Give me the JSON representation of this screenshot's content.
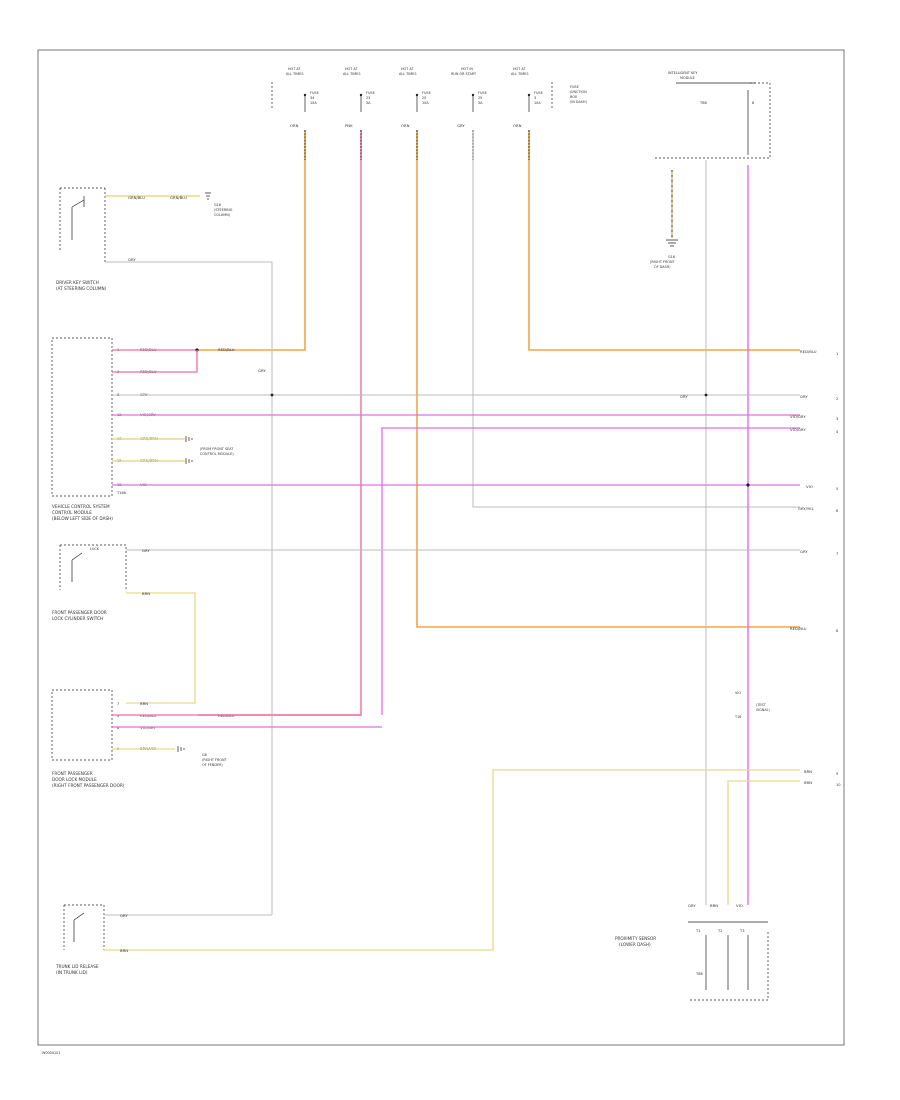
{
  "page": {
    "footer_code": "W0000101"
  },
  "fuses": [
    {
      "hdr1": "HOT AT",
      "hdr2": "ALL TIMES",
      "line1": "FUSE",
      "line2": "34",
      "line3": "10A",
      "wire_code": "ORN"
    },
    {
      "hdr1": "HOT AT",
      "hdr2": "ALL TIMES",
      "line1": "FUSE",
      "line2": "23",
      "line3": "5A",
      "wire_code": "PNK"
    },
    {
      "hdr1": "HOT AT",
      "hdr2": "ALL TIMES",
      "line1": "FUSE",
      "line2": "20",
      "line3": "10A",
      "wire_code": "ORN"
    },
    {
      "hdr1": "HOT IN",
      "hdr2": "RUN OR START",
      "line1": "FUSE",
      "line2": "29",
      "line3": "5A",
      "wire_code": "GRY"
    },
    {
      "hdr1": "HOT AT",
      "hdr2": "ALL TIMES",
      "line1": "FUSE",
      "line2": "3",
      "line3": "10A",
      "wire_code": "ORN"
    }
  ],
  "fuse_block_label": [
    "FUSE",
    "JUNCTION",
    "BOX",
    "(IN DASH)"
  ],
  "top_right_module": {
    "title1": "INTELLIGENT KEY",
    "title2": "MODULE",
    "pin": "T86",
    "ground_label1": "G18",
    "ground_label2": "(RIGHT FRONT",
    "ground_label3": "OF DASH)"
  },
  "left_components": [
    {
      "title1": "DRIVER KEY SWITCH",
      "title2": "(AT STEERING COLUMN)",
      "wire1": "GRN/BLU",
      "wire2": "GRY",
      "ground_label": "G16",
      "ground_note1": "(STEERING",
      "ground_note2": "COLUMN)"
    },
    {
      "title1": "VEHICLE CONTROL SYSTEM",
      "title2": "CONTROL MODULE",
      "title3": "(BELOW LEFT SIDE OF DASH)",
      "connector": "T16b",
      "pins": [
        {
          "pin": "1",
          "wire": "RED/BLU"
        },
        {
          "pin": "3",
          "wire": "RED/BLU"
        },
        {
          "pin": "8",
          "wire": "GRY"
        },
        {
          "pin": "12",
          "wire": "VIO/GRY"
        },
        {
          "pin": "13",
          "wire": "GRN/BRN"
        },
        {
          "pin": "15",
          "wire": "GRN/BRN"
        },
        {
          "pin": "18",
          "wire": "VIO"
        }
      ],
      "splice_label": "RED/BLU",
      "note1": "(FROM FRONT SEAT",
      "note2": "CONTROL MODULE)"
    },
    {
      "title1": "FRONT PASSENGER DOOR",
      "title2": "LOCK CYLINDER SWITCH",
      "status_label": "LOCK",
      "wire1": "GRY",
      "wire2": "BRN"
    },
    {
      "title1": "FRONT PASSENGER",
      "title2": "DOOR LOCK MODULE",
      "title3": "(RIGHT FRONT PASSENGER DOOR)",
      "pins": [
        {
          "pin": "7",
          "wire": "BRN"
        },
        {
          "pin": "3",
          "wire": "RED/BLU"
        },
        {
          "pin": "8",
          "wire": "VIO/GRY"
        },
        {
          "pin": "9",
          "wire": "BRN/VIO"
        }
      ],
      "inline_wire": "RED/BLU",
      "ground_label1": "G6",
      "ground_label2": "(RIGHT FRONT",
      "ground_label3": "OF FENDER)"
    },
    {
      "title1": "TRUNK LID RELEASE",
      "title2": "(IN TRUNK LID)",
      "wire1": "GRY",
      "wire2": "BRN"
    }
  ],
  "right_connectors": [
    {
      "wire": "RED/BLU",
      "pin": "1"
    },
    {
      "wire": "GRY",
      "pin": "2"
    },
    {
      "wire": "VIO/GRY",
      "pin": "3"
    },
    {
      "wire": "VIO/GRY",
      "pin": "4"
    },
    {
      "wire": "VIO",
      "pin": "5"
    },
    {
      "wire": "GRY/YEL",
      "pin": "6"
    },
    {
      "wire": "GRY",
      "pin": "7"
    },
    {
      "wire": "RED/BLU",
      "pin": "8"
    },
    {
      "wire": "BRN",
      "pin": "9"
    },
    {
      "wire": "BRN",
      "pin": "10"
    }
  ],
  "mid_labels": {
    "gry_center": "GRY",
    "gry_right": "GRY",
    "vio_tag": "VIO",
    "vio_note1": "(TEST",
    "vio_note2": "SIGNAL)",
    "vio_pin": "T16"
  },
  "bottom_right_module": {
    "title1": "PROXIMITY SENSOR",
    "title2": "(LOWER DASH)",
    "wires": [
      "GRY",
      "BRN",
      "VIO"
    ],
    "pins": [
      "T1",
      "T2",
      "T3"
    ],
    "bottom_pin": "T86"
  },
  "colors": {
    "orange": "#f2a54a",
    "pink": "#ee6fa0",
    "magenta": "#e46de6",
    "gray": "#bbbbbb",
    "yellow": "#e9d98a",
    "tan": "#d9c089",
    "frame": "#555555"
  }
}
